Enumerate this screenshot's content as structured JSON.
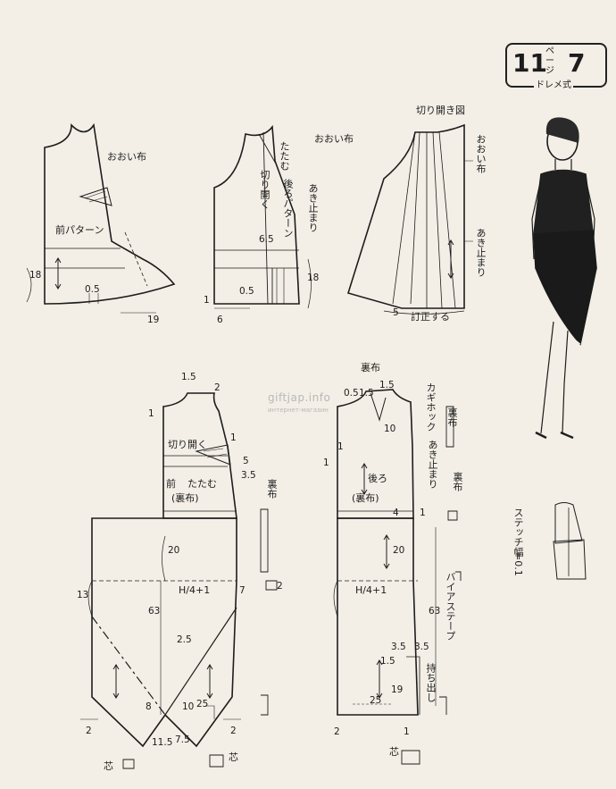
{
  "badge": {
    "page_number": "11",
    "page_label": "ページ",
    "item_number": "7",
    "style_label": "ドレメ式"
  },
  "watermark": {
    "site": "giftjap.info",
    "sub": "интернет-магазин"
  },
  "top_left": {
    "label_cover": "おおい布",
    "label_front_pattern": "前パターン",
    "n18": "18",
    "n05": "0.5",
    "n19": "19"
  },
  "top_middle": {
    "label_cover": "おおい布",
    "label_fold": "たたむ",
    "label_cut_open": "切り開く",
    "label_back_pattern": "後ろパターン",
    "label_opening_stop": "あき止まり",
    "n65": "6.5",
    "n1": "1",
    "n05": "0.5",
    "n6": "6",
    "n18": "18"
  },
  "top_right": {
    "title": "切り開き図",
    "label_cover": "おおい布",
    "label_opening_stop": "あき止まり",
    "label_correct": "訂正する",
    "n5": "5"
  },
  "bottom_left": {
    "label_cut_open": "切り開く",
    "label_front": "前",
    "label_fold": "たたむ",
    "label_lining": "(裏布)",
    "label_lining_side": "裏布",
    "label_interfacing": "芯",
    "n15": "1.5",
    "n2": "2",
    "n1": "1",
    "n1b": "1",
    "n5": "5",
    "n35": "3.5",
    "n20": "20",
    "n13": "13",
    "n7": "7",
    "n63": "63",
    "n25a": "25",
    "n25b": "2.5",
    "n8": "8",
    "n10": "10",
    "n115": "11.5",
    "n75": "7.5",
    "n2a": "2",
    "n2b": "2",
    "n2c": "2",
    "hip_h": "H",
    "hip_div": "4",
    "hip_plus": "+1"
  },
  "bottom_right": {
    "label_lining_top": "裏布",
    "label_hook": "カギホック",
    "label_lining2": "裏布",
    "label_opening_stop": "あき止まり",
    "label_back": "後ろ",
    "label_lining": "(裏布)",
    "label_lining3": "裏布",
    "label_bias_tape": "バイアステープ",
    "label_extension": "持ち出し",
    "label_interfacing": "芯",
    "n05": "0.5",
    "n15": "1.5",
    "n15b": "1.5",
    "n10": "10",
    "n1": "1",
    "n1b": "1",
    "n4": "4",
    "n1c": "1",
    "n20": "20",
    "n63": "63",
    "n35a": "3.5",
    "n35b": "3.5",
    "n15c": "1.5",
    "n19": "19",
    "n25": "25",
    "n2": "2",
    "n1d": "1",
    "hip_h": "H",
    "hip_div": "4",
    "hip_plus": "+1"
  },
  "stitch_note": {
    "label": "ステッチ幅",
    "value": "=0.1"
  }
}
